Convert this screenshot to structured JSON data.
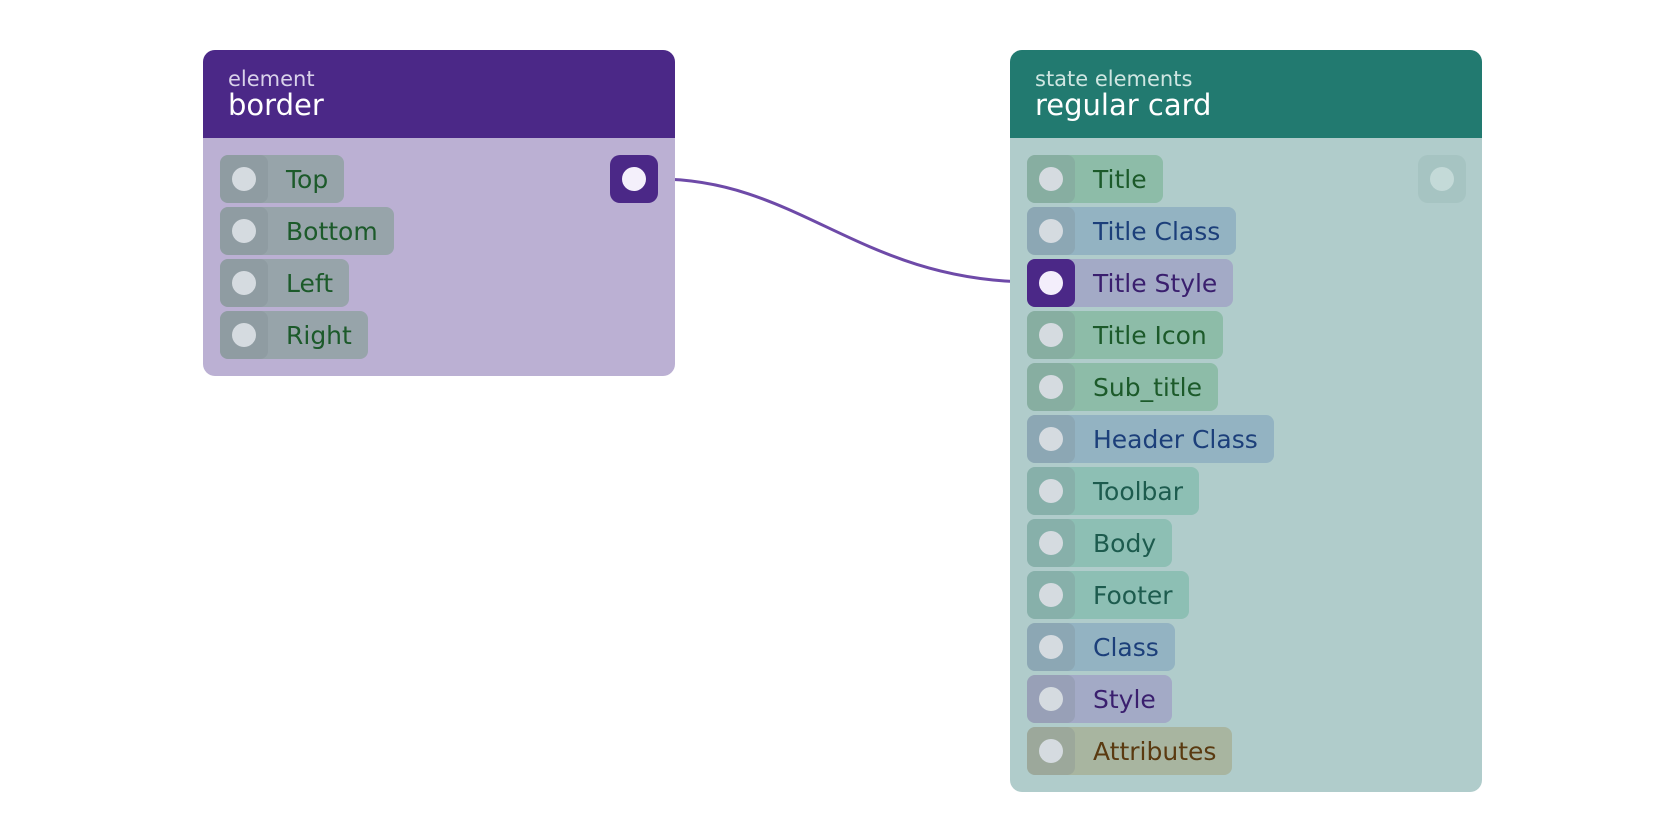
{
  "nodes": {
    "border": {
      "subtitle": "element",
      "title": "border",
      "header_color": "#4b2887",
      "body_color": "#bbb0d3",
      "ports": [
        {
          "label": "Top",
          "pill_color": "#97a4aa",
          "text_color": "#1c5a2a"
        },
        {
          "label": "Bottom",
          "pill_color": "#97a4aa",
          "text_color": "#1c5a2a"
        },
        {
          "label": "Left",
          "pill_color": "#97a4aa",
          "text_color": "#1c5a2a"
        },
        {
          "label": "Right",
          "pill_color": "#97a4aa",
          "text_color": "#1c5a2a"
        }
      ]
    },
    "card": {
      "subtitle": "state elements",
      "title": "regular card",
      "header_color": "#227a70",
      "body_color": "#b0cccb",
      "ports": [
        {
          "label": "Title",
          "pill_color": "#8dbca8",
          "text_color": "#1c5a2a",
          "connected": false
        },
        {
          "label": "Title Class",
          "pill_color": "#93b3c2",
          "text_color": "#1c3f7a",
          "connected": false
        },
        {
          "label": "Title Style",
          "pill_color": "#a3aac6",
          "text_color": "#3a1f6e",
          "connected": true
        },
        {
          "label": "Title Icon",
          "pill_color": "#8dbca8",
          "text_color": "#1c5a2a",
          "connected": false
        },
        {
          "label": "Sub_title",
          "pill_color": "#8dbca8",
          "text_color": "#1c5a2a",
          "connected": false
        },
        {
          "label": "Header Class",
          "pill_color": "#93b3c2",
          "text_color": "#1c3f7a",
          "connected": false
        },
        {
          "label": "Toolbar",
          "pill_color": "#8dbfb4",
          "text_color": "#1d5b4e",
          "connected": false
        },
        {
          "label": "Body",
          "pill_color": "#8dbfb4",
          "text_color": "#1d5b4e",
          "connected": false
        },
        {
          "label": "Footer",
          "pill_color": "#8dbfb4",
          "text_color": "#1d5b4e",
          "connected": false
        },
        {
          "label": "Class",
          "pill_color": "#93b3c2",
          "text_color": "#1c3f7a",
          "connected": false
        },
        {
          "label": "Style",
          "pill_color": "#a3aac6",
          "text_color": "#3a1f6e",
          "connected": false
        },
        {
          "label": "Attributes",
          "pill_color": "#a8b5a0",
          "text_color": "#5a3a10",
          "connected": false
        }
      ]
    }
  },
  "connection": {
    "from": "border.output",
    "to": "card.Title Style",
    "color": "#6e4aa8"
  }
}
